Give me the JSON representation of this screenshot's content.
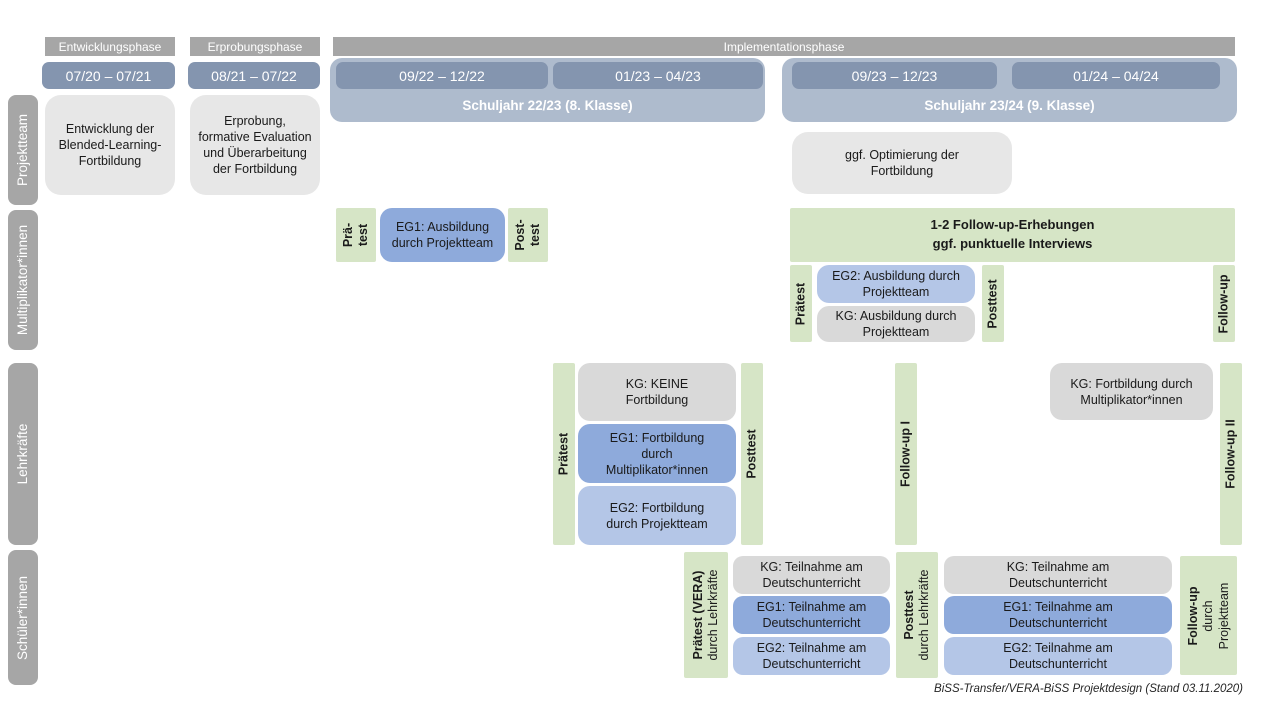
{
  "caption": "BiSS-Transfer/VERA-BiSS Projektdesign (Stand 03.11.2020)",
  "ph": {
    "p1": "Entwicklungsphase",
    "p2": "Erprobungsphase",
    "p3": "Implementationsphase"
  },
  "dates": {
    "d1": "07/20 – 07/21",
    "d2": "08/21 – 07/22",
    "d3": "09/22 – 12/22",
    "d4": "01/23 – 04/23",
    "d5": "09/23 – 12/23",
    "d6": "01/24 – 04/24"
  },
  "bands": {
    "y1": "Schuljahr 22/23 (8. Klasse)",
    "y2": "Schuljahr 23/24 (9. Klasse)"
  },
  "rows": {
    "r1": "Projektteam",
    "r2": "Multiplikator*innen",
    "r3": "Lehrkräfte",
    "r4": "Schüler*innen"
  },
  "pt": {
    "development": "Entwicklung der Blended-Learning-Fortbildung",
    "erprobung": "Erprobung, formative Evaluation und Überarbeitung der Fortbildung",
    "optimierung": "ggf. Optimierung der Fortbildung"
  },
  "m": {
    "pre_s": {
      "l1": "Prä-",
      "l2": "test"
    },
    "eg1": "EG1: Ausbildung durch Projektteam",
    "post_s": {
      "l1": "Post-",
      "l2": "test"
    },
    "fu_box": {
      "l1": "1-2 Follow-up-Erhebungen",
      "l2": "ggf. punktuelle Interviews"
    },
    "pretest": "Prätest",
    "eg2": "EG2: Ausbildung durch Projektteam",
    "kg": "KG: Ausbildung durch Projektteam",
    "posttest": "Posttest",
    "followup": "Follow-up"
  },
  "lk": {
    "pretest": "Prätest",
    "kg": "KG: KEINE Fortbildung",
    "eg1": "EG1: Fortbildung durch Multiplikator*innen",
    "eg2": "EG2: Fortbildung durch Projektteam",
    "posttest": "Posttest",
    "followup1": "Follow-up I",
    "kg2": "KG: Fortbildung durch Multiplikator*innen",
    "followup2": "Follow-up II"
  },
  "sz": {
    "pre": {
      "l1": "Prätest (VERA)",
      "l2": "durch Lehrkräfte"
    },
    "kg1": "KG: Teilnahme am Deutschunterricht",
    "eg1a": "EG1: Teilnahme am Deutschunterricht",
    "eg2a": "EG2: Teilnahme am Deutschunterricht",
    "post": {
      "l1": "Posttest",
      "l2": "durch Lehrkräfte"
    },
    "kg2": "KG: Teilnahme am Deutschunterricht",
    "eg1b": "EG1: Teilnahme am Deutschunterricht",
    "eg2b": "EG2: Teilnahme am Deutschunterricht",
    "fu": {
      "l1": "Follow-up",
      "l2": "durch",
      "l3": "Projektteam"
    }
  },
  "colors": {
    "header_gray": "#a6a6a6",
    "date_blue": "#8495af",
    "band_blue": "#aebbcd",
    "light_gray_box": "#e7e7e7",
    "kg_gray": "#d9d9d9",
    "eg1_blue": "#8eaadb",
    "eg2_blue": "#b4c6e7",
    "green": "#d6e5c6"
  }
}
